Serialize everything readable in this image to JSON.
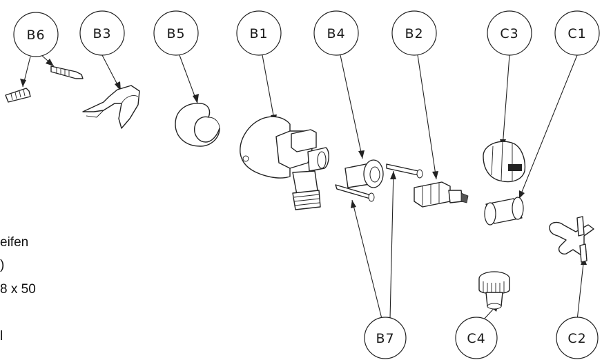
{
  "callouts": {
    "B6": "B6",
    "B3": "B3",
    "B5": "B5",
    "B1": "B1",
    "B4": "B4",
    "B2": "B2",
    "C3": "C3",
    "C1": "C1",
    "B7": "B7",
    "C4": "C4",
    "C2": "C2"
  },
  "side_text": {
    "line1": "eifen",
    "line2": ")",
    "line3": "8 x 50",
    "line4": "l"
  },
  "colors": {
    "line": "#222222",
    "background": "#ffffff"
  }
}
